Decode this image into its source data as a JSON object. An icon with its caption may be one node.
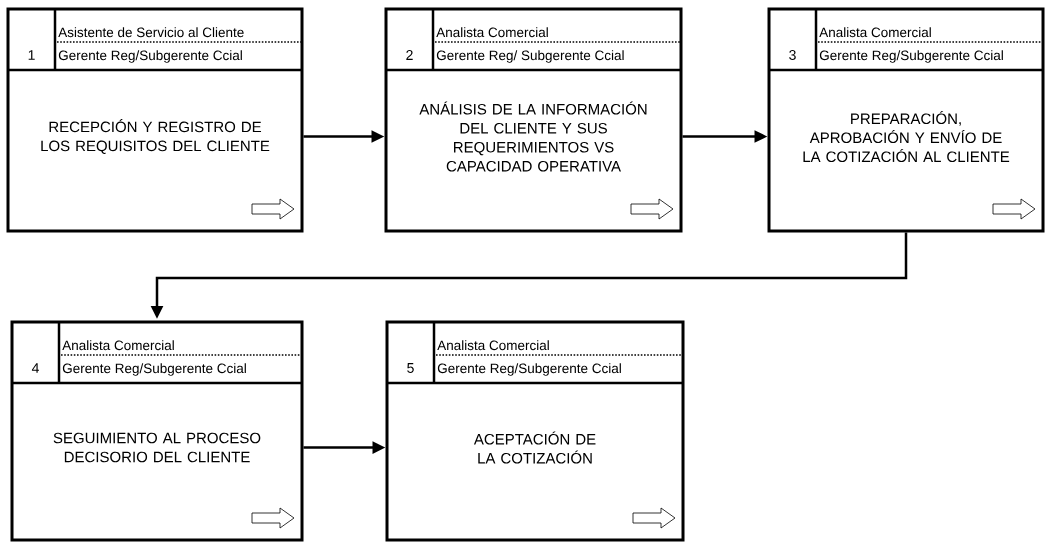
{
  "diagram": {
    "nodes": [
      {
        "text": [
          "1",
          "Asistente de Servicio al Cliente",
          "Gerente Reg/Subgerente Ccial",
          "RECEPCIÓN Y REGISTRO DE LOS REQUISITOS DEL CLIENTE"
        ]
      },
      {
        "text": [
          "2",
          "Analista Comercial",
          "Gerente Reg/ Subgerente Ccial",
          "ANÁLISIS DE LA INFORMACIÓN DEL CLIENTE Y SUS REQUERIMIENTOS VS CAPACIDAD OPERATIVA"
        ]
      },
      {
        "text": [
          "3",
          "Analista Comercial",
          "Gerente Reg/Subgerente Ccial",
          "PREPARACIÓN, APROBACIÓN Y ENVÍO DE LA COTIZACIÓN AL CLIENTE"
        ]
      },
      {
        "text": [
          "4",
          "Analista Comercial",
          "Gerente Reg/Subgerente Ccial",
          "SEGUIMIENTO AL PROCESO DECISORIO DEL CLIENTE"
        ]
      },
      {
        "text": [
          "5",
          "Analista Comercial",
          "Gerente Reg/Subgerente Ccial",
          "ACEPTACIÓN DE LA COTIZACIÓN"
        ]
      }
    ],
    "edges": [
      {
        "from": 0,
        "to": 1,
        "arrow": "to"
      },
      {
        "from": 1,
        "to": 2,
        "arrow": "to"
      },
      {
        "from": 2,
        "to": 3,
        "arrow": "to"
      },
      {
        "from": 3,
        "to": 4,
        "arrow": "to"
      }
    ]
  }
}
